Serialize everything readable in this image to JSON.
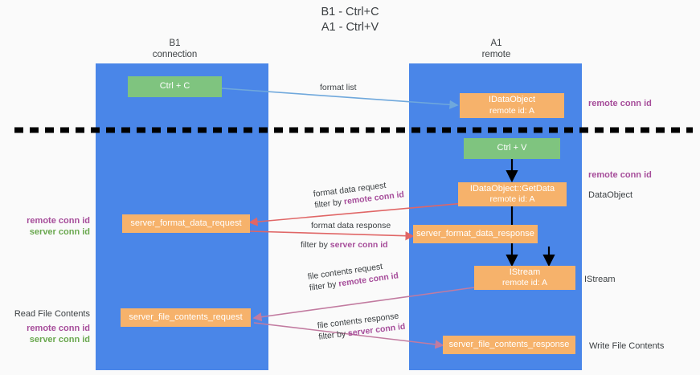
{
  "title": {
    "line1": "B1 - Ctrl+C",
    "line2": "A1 - Ctrl+V"
  },
  "columns": [
    {
      "name": "B1",
      "sub": "connection"
    },
    {
      "name": "A1",
      "sub": "remote"
    }
  ],
  "colors": {
    "lane": "#4a86e8",
    "green_box": "#7fc47f",
    "orange_box": "#f6b26b",
    "purple_text": "#a64d9a",
    "green_text": "#6aa84f",
    "format_list_arrow": "#6fa8dc",
    "format_data_arrow": "#e06666",
    "file_contents_arrow": "#c27ba0",
    "black_arrow": "#000000",
    "divider": "#000000"
  },
  "boxes": {
    "ctrl_c": {
      "line1": "Ctrl + C"
    },
    "idataobject": {
      "line1": "IDataObject",
      "line2": "remote id: A"
    },
    "ctrl_v": {
      "line1": "Ctrl + V"
    },
    "getdata": {
      "line1": "IDataObject::GetData",
      "line2": "remote id: A"
    },
    "format_request": {
      "line1": "server_format_data_request"
    },
    "format_response": {
      "line1": "server_format_data_response"
    },
    "istream": {
      "line1": "IStream",
      "line2": "remote id: A"
    },
    "file_request": {
      "line1": "server_file_contents_request"
    },
    "file_response": {
      "line1": "server_file_contents_response"
    }
  },
  "arrow_labels": {
    "format_list": "format list",
    "format_data_request": "format data request",
    "format_data_request_filter_prefix": "filter by ",
    "format_data_request_filter_key": "remote conn id",
    "format_data_response": "format data response",
    "format_data_response_filter_prefix": "filter by ",
    "format_data_response_filter_key": "server conn id",
    "file_contents_request": "file contents request",
    "file_contents_request_filter_prefix": "filter by ",
    "file_contents_request_filter_key": "remote conn id",
    "file_contents_response": "file contents response",
    "file_contents_response_filter_prefix": "filter by ",
    "file_contents_response_filter_key": "server conn id"
  },
  "side_labels": {
    "right_remote_conn_id_top": "remote conn id",
    "right_remote_conn_id_mid": "remote conn id",
    "right_dataobject": "DataObject",
    "right_istream": "IStream",
    "right_write_file_contents": "Write File Contents",
    "left_remote_conn_id": "remote conn id",
    "left_server_conn_id": "server conn id",
    "left_read_file_contents": "Read File Contents",
    "left_remote_conn_id_2": "remote conn id",
    "left_server_conn_id_2": "server conn id"
  }
}
